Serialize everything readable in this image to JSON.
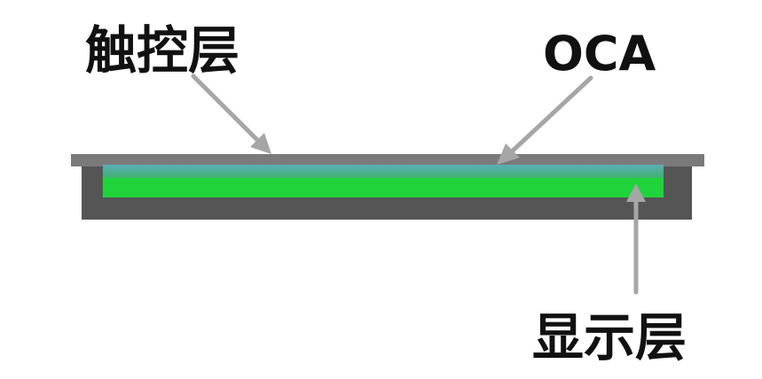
{
  "labels": {
    "touch_layer": "触控层",
    "oca": "OCA",
    "display_layer": "显示层"
  },
  "colors": {
    "frame": "#555555",
    "top_glass": "#7a7a7a",
    "oca_band": "#4fa6a6",
    "display_green": "#1fd43b",
    "arrow": "#a6a6a6",
    "text": "#111111"
  }
}
